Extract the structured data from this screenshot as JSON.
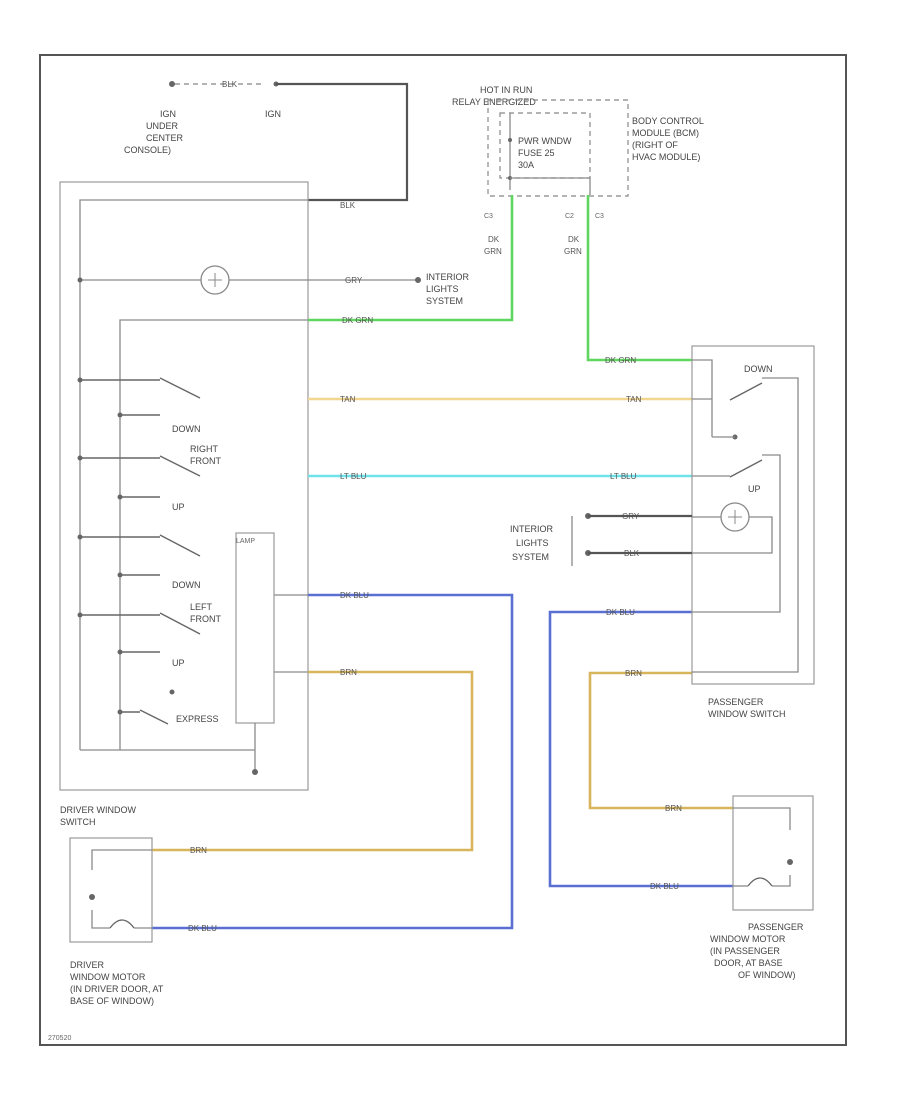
{
  "labels": {
    "ign_source": [
      "IGN",
      "UNDER",
      "CENTER",
      "CONSOLE)"
    ],
    "ign": "IGN",
    "hot_in_run": "HOT IN RUN",
    "relay_energized": "RELAY ENERGIZED",
    "pwr_window_fuse": [
      "PWR WNDW",
      "FUSE 25",
      "30A"
    ],
    "body_control_module": [
      "BODY CONTROL",
      "MODULE (BCM)",
      "(RIGHT OF",
      "HVAC MODULE)"
    ],
    "interior_lights_left": [
      "INTERIOR",
      "LIGHTS",
      "SYSTEM"
    ],
    "interior_lights_right": [
      "INTERIOR",
      "LIGHTS",
      "SYSTEM"
    ],
    "driver_switch_labels": {
      "down_right": "DOWN",
      "right_front": [
        "RIGHT",
        "FRONT"
      ],
      "up_right": "UP",
      "down_left": "DOWN",
      "left_front": [
        "LEFT",
        "FRONT"
      ],
      "up_left": "UP",
      "express": "EXPRESS",
      "lamp": "LAMP"
    },
    "passenger_switch_labels": {
      "down": "DOWN",
      "up": "UP"
    },
    "passenger_window_switch": [
      "PASSENGER",
      "WINDOW SWITCH"
    ],
    "driver_window_switch": [
      "DRIVER WINDOW",
      "SWITCH"
    ],
    "driver_window_motor": [
      "DRIVER",
      "WINDOW MOTOR",
      "(IN DRIVER DOOR, AT",
      "BASE OF WINDOW)"
    ],
    "passenger_window_motor": [
      "PASSENGER",
      "WINDOW MOTOR",
      "(IN PASSENGER",
      "DOOR, AT BASE",
      "OF WINDOW)"
    ],
    "figure_id": "270520"
  },
  "wires": {
    "blk": "BLK",
    "gry": "GRY",
    "dk_grn": "DK GRN",
    "tan": "TAN",
    "lt_blu": "LT BLU",
    "dk_blu": "DK BLU",
    "brn": "BRN",
    "dk_grn_stack": [
      "DK",
      "GRN"
    ]
  },
  "connectors": {
    "c3": "C3",
    "c2": "C2",
    "c3b": "C3"
  },
  "colors": {
    "dk_grn": "#5fd65f",
    "tan": "#f2d58e",
    "lt_blu": "#6fe3ea",
    "dk_blu": "#5a6fd2",
    "brn": "#d8b45a",
    "blk": "#555555",
    "gry": "#8a8a8a"
  }
}
